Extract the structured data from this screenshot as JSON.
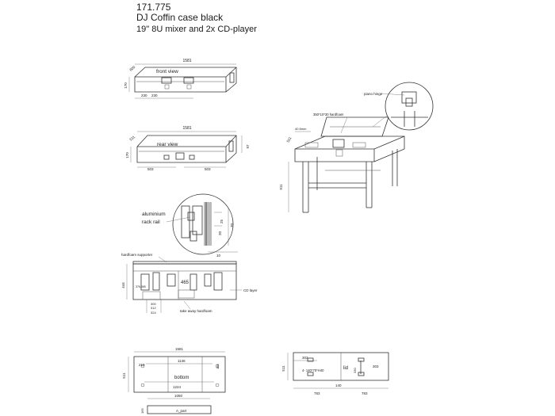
{
  "header": {
    "model_number": "171.775",
    "product": "DJ Coffin case  black",
    "description": "19\" 8U mixer and 2x CD-player"
  },
  "front_view": {
    "label": "front  view",
    "dim_length": "1581",
    "dim_depth": "600",
    "dim_height": "170",
    "dim_a": "230",
    "dim_b": "230"
  },
  "rear_view": {
    "label": "rear view",
    "dim_length": "1581",
    "dim_depth": "511",
    "dim_height": "170",
    "dim_left": "503",
    "dim_right": "503",
    "dim_side": "97"
  },
  "perspective": {
    "piano_hinge": "piano hinge",
    "hardfoam": "350*10*30 hardfoam",
    "width_tag": "40 8mm",
    "dim_511": "511",
    "dim_911": "911"
  },
  "rail_detail": {
    "label_line1": "aluminium",
    "label_line2": "rack rail",
    "dim_25": "25",
    "dim_20": "20",
    "dim_70": "70",
    "dim_10": "10"
  },
  "section": {
    "hardfoam_supporter": "hardfoam supporter",
    "dim_444": "444",
    "dim_465": "465",
    "cd_layer": "CD layer",
    "take_away": "take away hardfoam",
    "dim_300": "300",
    "dim_312": "312",
    "dim_324": "324",
    "dim_side": "376,465"
  },
  "bottom_view": {
    "dim_total": "1581",
    "dim_1146": "1146",
    "dim_1224": "1224",
    "dim_1050": "1050",
    "dim_511": "511",
    "dim_210": "210",
    "dim_186": "186",
    "label": "bottom",
    "a_part": "A_part",
    "dim_165": "165"
  },
  "lid_view": {
    "dim_303_top": "303",
    "dim_303_right": "303",
    "dim_511": "511",
    "hinge_spec": "4- 140*70*H40",
    "label": "lid",
    "dim_330": "330",
    "dim_783_left": "783",
    "dim_140": "140",
    "dim_783_right": "783"
  }
}
